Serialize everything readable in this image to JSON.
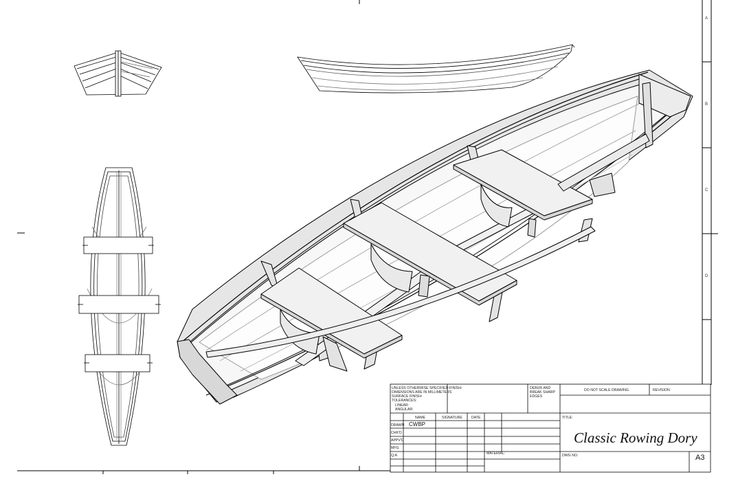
{
  "zones": [
    "A",
    "B",
    "C",
    "D"
  ],
  "title_block": {
    "tolerance_notes": [
      "UNLESS OTHERWISE SPECIFIED:",
      "DIMENSIONS ARE IN MILLIMETERS",
      "SURFACE FINISH:",
      "TOLERANCES:",
      "LINEAR:",
      "ANGULAR:"
    ],
    "finish_label": "FINISH:",
    "deburr_lines": [
      "DEBUR AND",
      "BREAK SHARP",
      "EDGES"
    ],
    "do_not_scale": "DO NOT SCALE DRAWING",
    "revision_label": "REVISION",
    "name_header": "NAME",
    "signature_header": "SIGNATURE",
    "date_header": "DATE",
    "rows": [
      "DRAWN",
      "CHK'D",
      "APPV'D",
      "MFG",
      "Q.A"
    ],
    "drawn_name": "CWBP",
    "title_label": "TITLE:",
    "title": "Classic Rowing Dory",
    "material_label": "MATERIAL:",
    "dwg_no_label": "DWG NO.",
    "sheet_size": "A3"
  }
}
